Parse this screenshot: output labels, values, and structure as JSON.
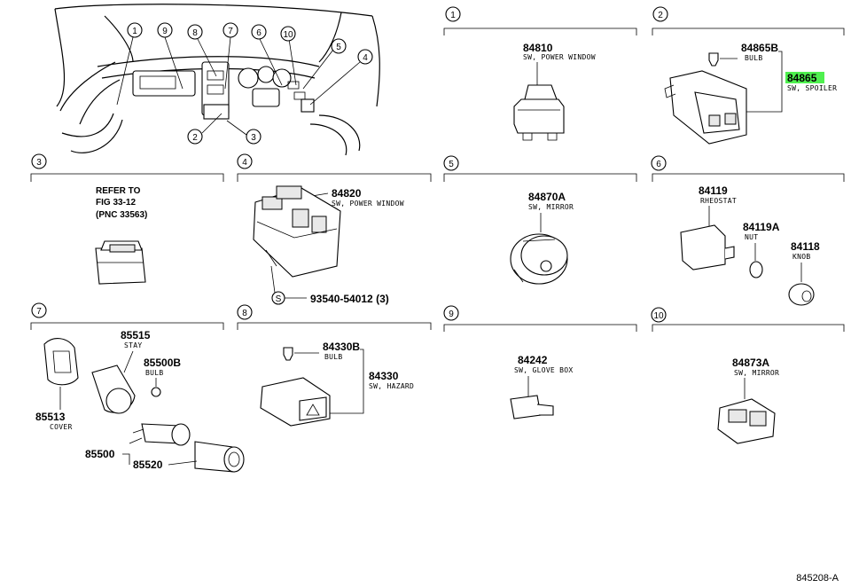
{
  "diagram_code": "845208-A",
  "sections": [
    {
      "num": "1",
      "parts": [
        {
          "pn": "84810",
          "desc": "SW, POWER WINDOW"
        }
      ]
    },
    {
      "num": "2",
      "parts": [
        {
          "pn": "84865B",
          "desc": "BULB"
        },
        {
          "pn": "84865",
          "desc": "SW, SPOILER",
          "highlighted": true
        }
      ]
    },
    {
      "num": "3",
      "refer": [
        "REFER TO",
        "FIG 33-12",
        "(PNC 33563)"
      ]
    },
    {
      "num": "4",
      "parts": [
        {
          "pn": "84820",
          "desc": "SW, POWER WINDOW"
        },
        {
          "pn": "93540-54012 (3)",
          "desc": ""
        }
      ],
      "screw_mark": "S"
    },
    {
      "num": "5",
      "parts": [
        {
          "pn": "84870A",
          "desc": "SW, MIRROR"
        }
      ]
    },
    {
      "num": "6",
      "parts": [
        {
          "pn": "84119",
          "desc": "RHEOSTAT"
        },
        {
          "pn": "84119A",
          "desc": "NUT"
        },
        {
          "pn": "84118",
          "desc": "KNOB"
        }
      ]
    },
    {
      "num": "7",
      "parts": [
        {
          "pn": "85515",
          "desc": "STAY"
        },
        {
          "pn": "85500B",
          "desc": "BULB"
        },
        {
          "pn": "85513",
          "desc": "COVER"
        },
        {
          "pn": "85500",
          "desc": ""
        },
        {
          "pn": "85520",
          "desc": ""
        }
      ]
    },
    {
      "num": "8",
      "parts": [
        {
          "pn": "84330B",
          "desc": "BULB"
        },
        {
          "pn": "84330",
          "desc": "SW, HAZARD"
        }
      ]
    },
    {
      "num": "9",
      "parts": [
        {
          "pn": "84242",
          "desc": "SW, GLOVE BOX"
        }
      ]
    },
    {
      "num": "10",
      "parts": [
        {
          "pn": "84873A",
          "desc": "SW, MIRROR"
        }
      ]
    }
  ],
  "overview_callouts": [
    "1",
    "9",
    "8",
    "7",
    "6",
    "10",
    "5",
    "4",
    "2",
    "3"
  ]
}
